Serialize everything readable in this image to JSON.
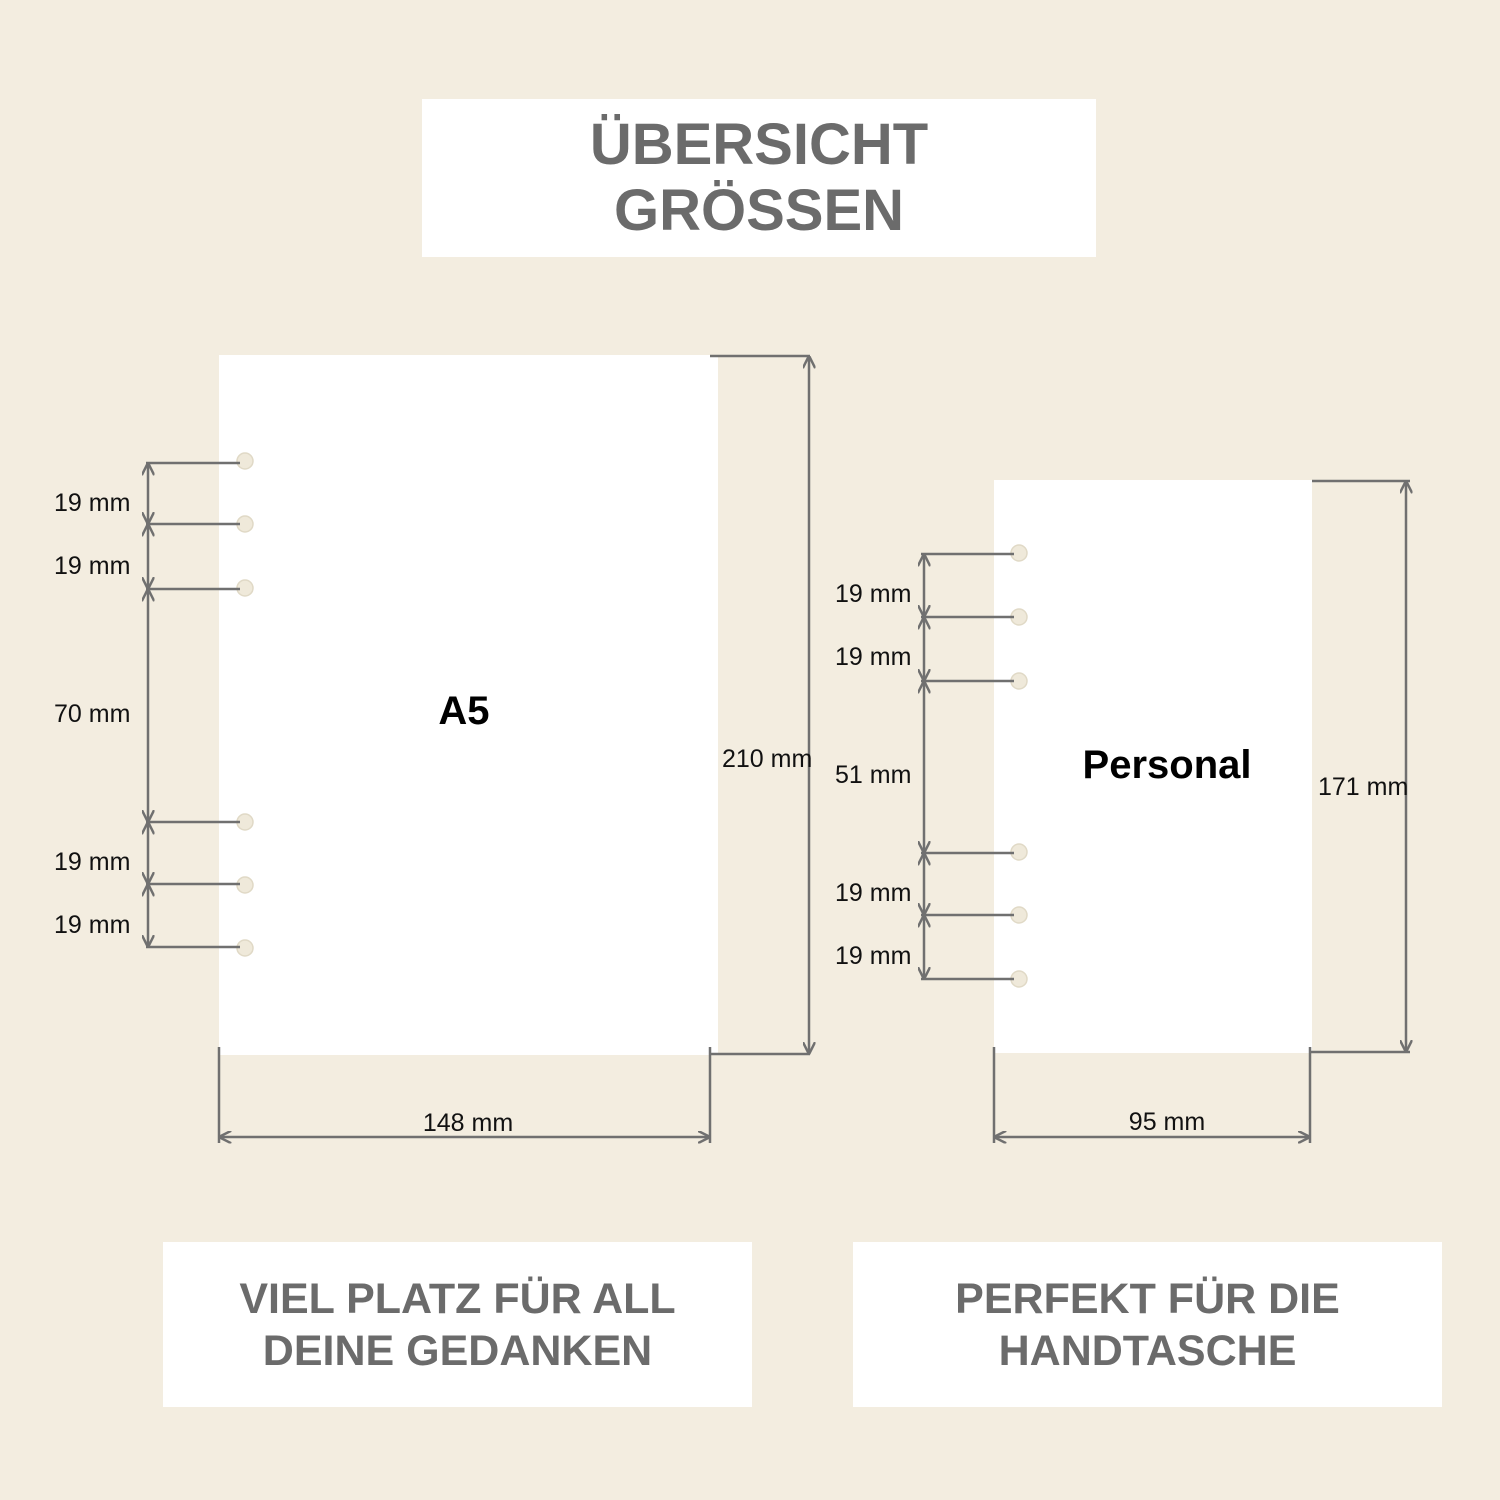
{
  "title": {
    "line1": "ÜBERSICHT",
    "line2": "GRÖSSEN"
  },
  "a5": {
    "name": "A5",
    "height_label": "210 mm",
    "width_label": "148 mm",
    "spacings": [
      "19 mm",
      "19 mm",
      "70 mm",
      "19 mm",
      "19 mm"
    ],
    "caption": {
      "line1": "VIEL PLATZ FÜR ALL",
      "line2": "DEINE GEDANKEN"
    }
  },
  "personal": {
    "name": "Personal",
    "height_label": "171 mm",
    "width_label": "95 mm",
    "spacings": [
      "19 mm",
      "19 mm",
      "51 mm",
      "19 mm",
      "19 mm"
    ],
    "caption": {
      "line1": "PERFEKT FÜR DIE",
      "line2": "HANDTASCHE"
    }
  }
}
